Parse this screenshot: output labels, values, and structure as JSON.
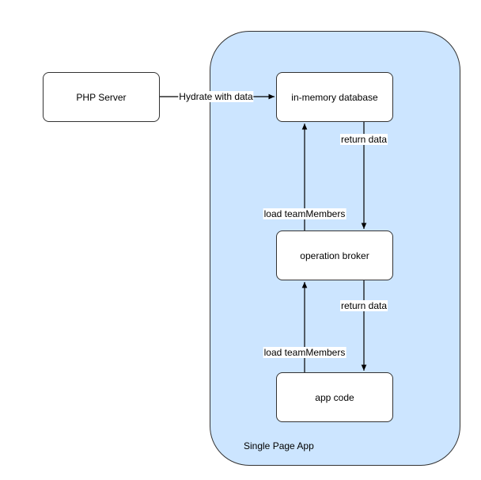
{
  "colors": {
    "container_fill": "#cce5ff",
    "node_fill": "#ffffff",
    "stroke": "#333333",
    "text": "#000000"
  },
  "container": {
    "label": "Single Page App"
  },
  "nodes": {
    "php_server": "PHP Server",
    "in_memory_db": "in-memory database",
    "operation_broker": "operation broker",
    "app_code": "app code"
  },
  "edges": {
    "hydrate": "Hydrate with data",
    "db_return": "return data",
    "ob_load": "load teamMembers",
    "ob_return": "return data",
    "app_load": "load teamMembers"
  }
}
